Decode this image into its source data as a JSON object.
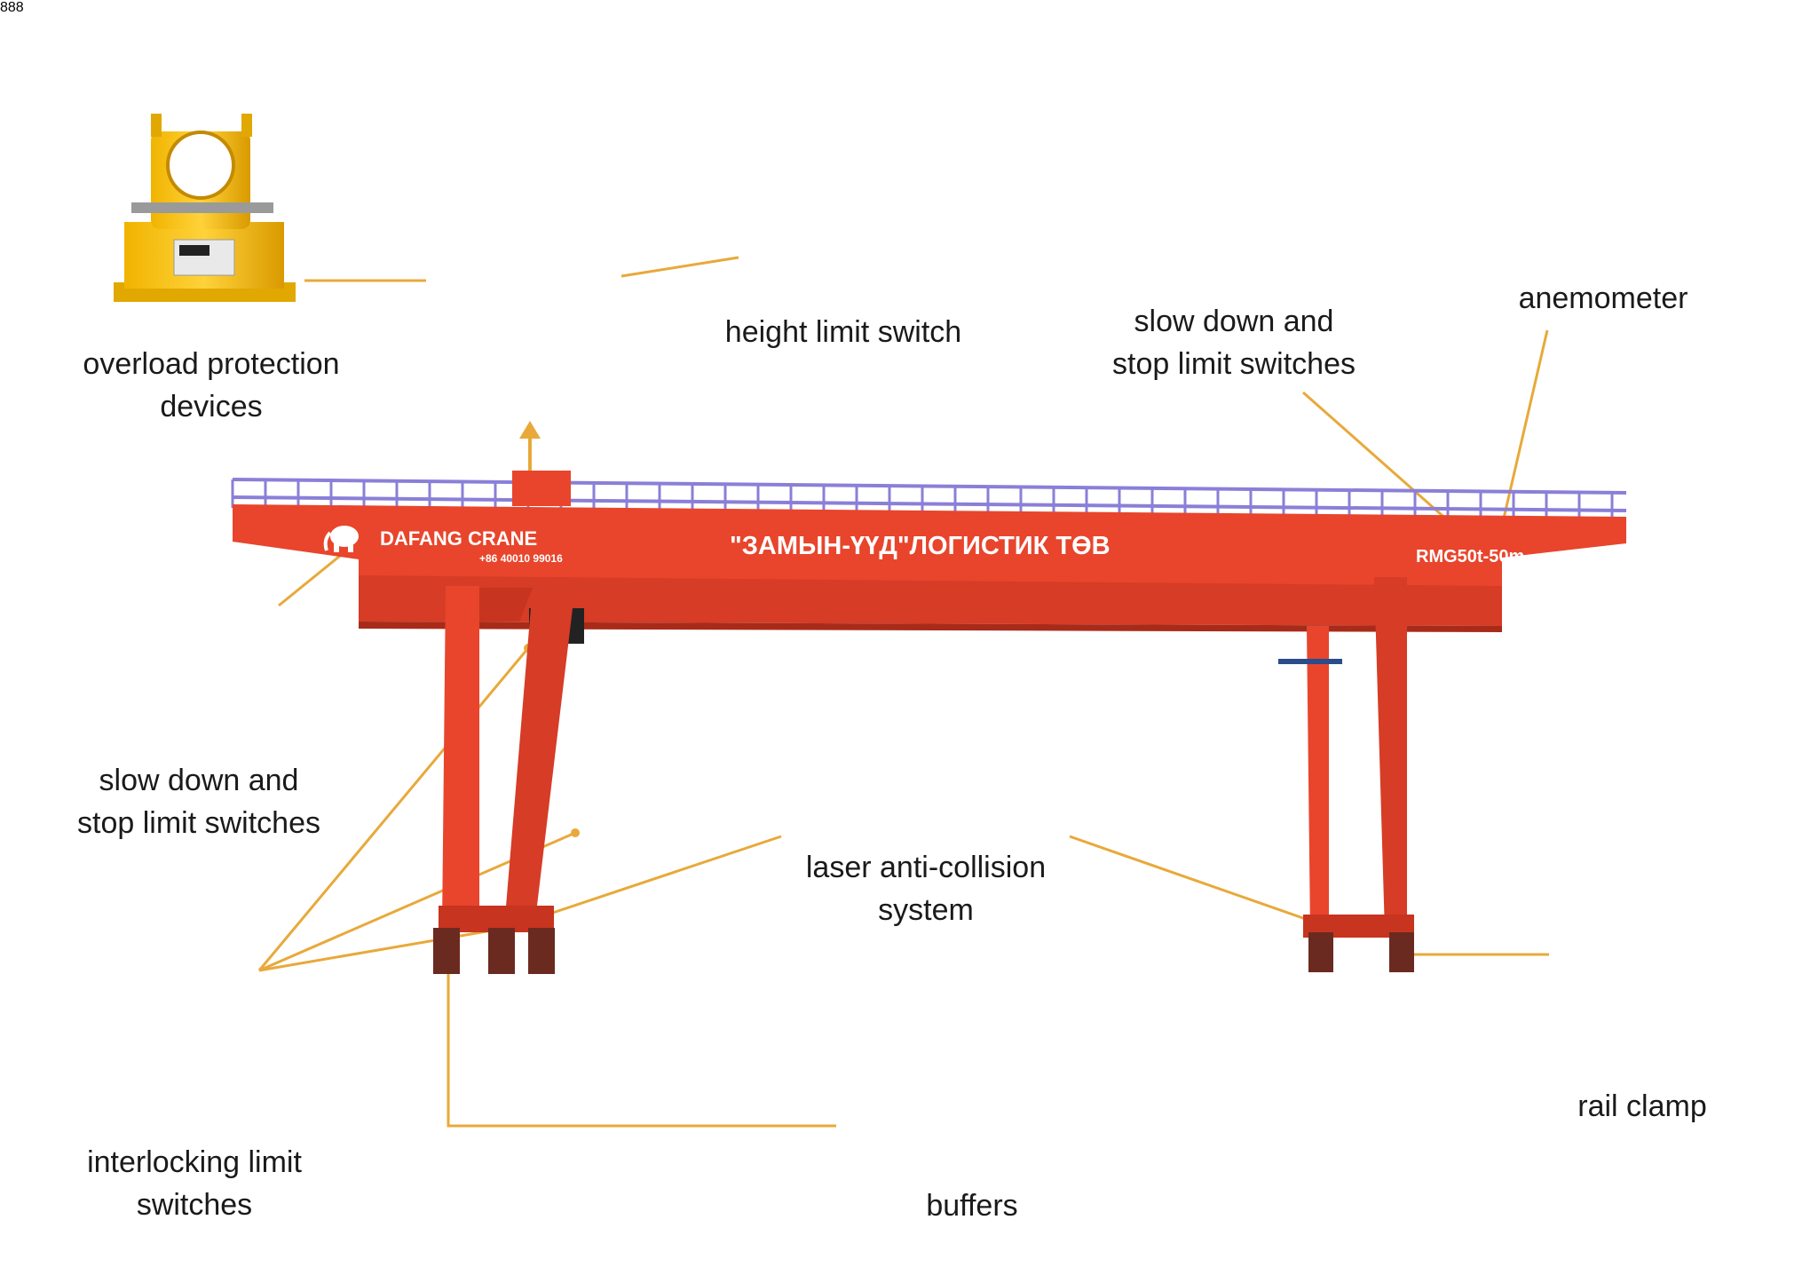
{
  "colors": {
    "crane_red": "#e8452c",
    "crane_dark": "#c7341f",
    "connector": "#e8a93a",
    "railing": "#8a7fd8"
  },
  "crane": {
    "brand": "DAFANG CRANE",
    "phone": "+86 40010 99016",
    "operator": "\"ЗАМЫН-ҮҮД\"ЛОГИСТИК ТӨВ",
    "model": "RMG50t-50m"
  },
  "labels": {
    "overload": [
      "overload protection",
      "devices"
    ],
    "height_limit": [
      "height limit switch"
    ],
    "slow_stop_top": [
      "slow down and",
      "stop limit switches"
    ],
    "anemometer": [
      "anemometer"
    ],
    "slow_stop_left": [
      "slow down and",
      "stop limit switches"
    ],
    "laser": [
      "laser anti-collision",
      "system"
    ],
    "interlocking": [
      "interlocking limit",
      "switches"
    ],
    "buffers": [
      "buffers"
    ],
    "rail_clamp": [
      "rail clamp"
    ]
  },
  "icons": {
    "overload": "overload-protection-icon",
    "zoom": "hoist-zoom-icon",
    "height": "height-limit-switch-icon",
    "slow_top": "limit-switch-box-icon",
    "anemometer": "anemometer-icon",
    "slow_left": "limit-switch-box-icon",
    "laser": "laser-sensor-icon",
    "interlock": "roller-lever-switch-icon",
    "buffers": "polyurethane-buffer-icon",
    "clamp": "rail-clamp-icon"
  }
}
